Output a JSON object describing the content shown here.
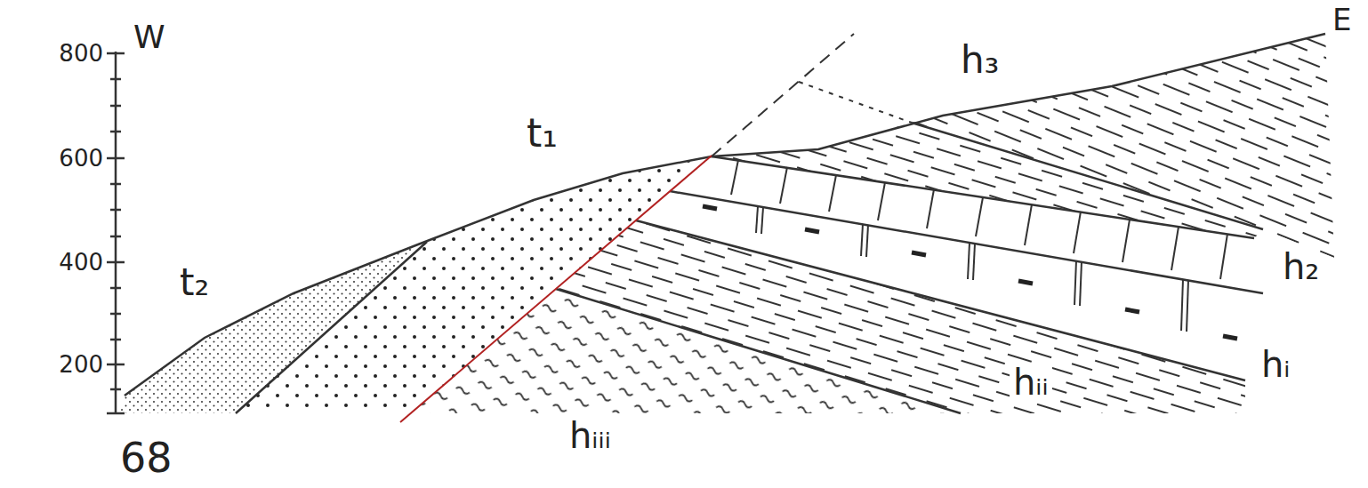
{
  "diagram": {
    "labels": [
      "800",
      "600",
      "400",
      "200",
      "W",
      "E",
      "t₁",
      "t₂",
      "h₃",
      "h₂",
      "hᵢ",
      "hᵢᵢ",
      "hᵢᵢᵢ",
      "68"
    ]
  }
}
